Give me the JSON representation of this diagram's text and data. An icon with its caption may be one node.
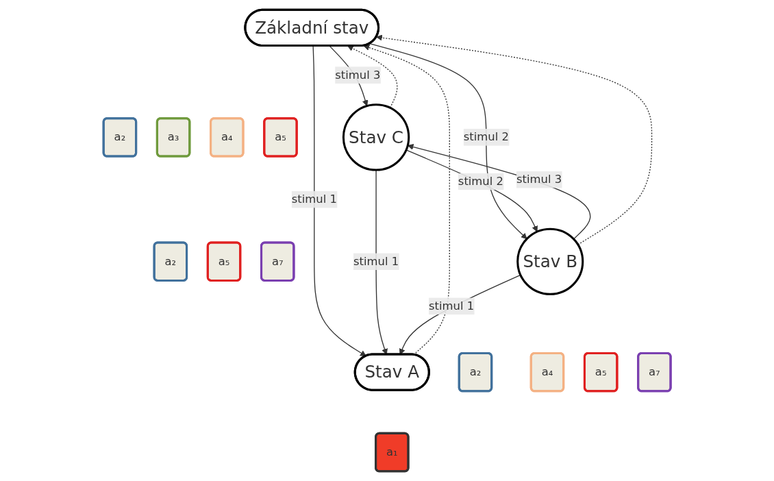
{
  "diagram": {
    "nodes": [
      {
        "text": [
          "Základní stav"
        ]
      },
      {
        "text": [
          "a₂"
        ]
      },
      {
        "text": [
          "a₃"
        ]
      },
      {
        "text": [
          "a₄"
        ]
      },
      {
        "text": [
          "a₅"
        ]
      },
      {
        "text": [
          "Stav C"
        ]
      },
      {
        "text": [
          "a₂"
        ]
      },
      {
        "text": [
          "a₅"
        ]
      },
      {
        "text": [
          "a₇"
        ]
      },
      {
        "text": [
          "Stav A"
        ]
      },
      {
        "text": [
          "a₁"
        ]
      },
      {
        "text": [
          "Stav B"
        ]
      },
      {
        "text": [
          "a₂"
        ]
      },
      {
        "text": [
          "a₄"
        ]
      },
      {
        "text": [
          "a₅"
        ]
      },
      {
        "text": [
          "a₇"
        ]
      }
    ],
    "edges": [
      {
        "from": 0,
        "to": 9,
        "arrow": "to",
        "label": "stimul 1"
      },
      {
        "from": 0,
        "to": 5,
        "arrow": "to",
        "label": "stimul 3"
      },
      {
        "from": 0,
        "to": 11,
        "arrow": "to",
        "label": "stimul 2"
      },
      {
        "from": 5,
        "to": 9,
        "arrow": "to",
        "label": "stimul 1"
      },
      {
        "from": 5,
        "to": 11,
        "arrow": "to",
        "label": "stimul 2"
      },
      {
        "from": 11,
        "to": 5,
        "arrow": "to",
        "label": "stimul 3"
      },
      {
        "from": 11,
        "to": 9,
        "arrow": "to",
        "label": "stimul 1"
      },
      {
        "from": 9,
        "to": 0,
        "arrow": "to",
        "style": "dashed"
      },
      {
        "from": 11,
        "to": 0,
        "arrow": "to",
        "style": "dashed"
      },
      {
        "from": 5,
        "to": 0,
        "arrow": "to",
        "style": "dashed"
      }
    ]
  }
}
